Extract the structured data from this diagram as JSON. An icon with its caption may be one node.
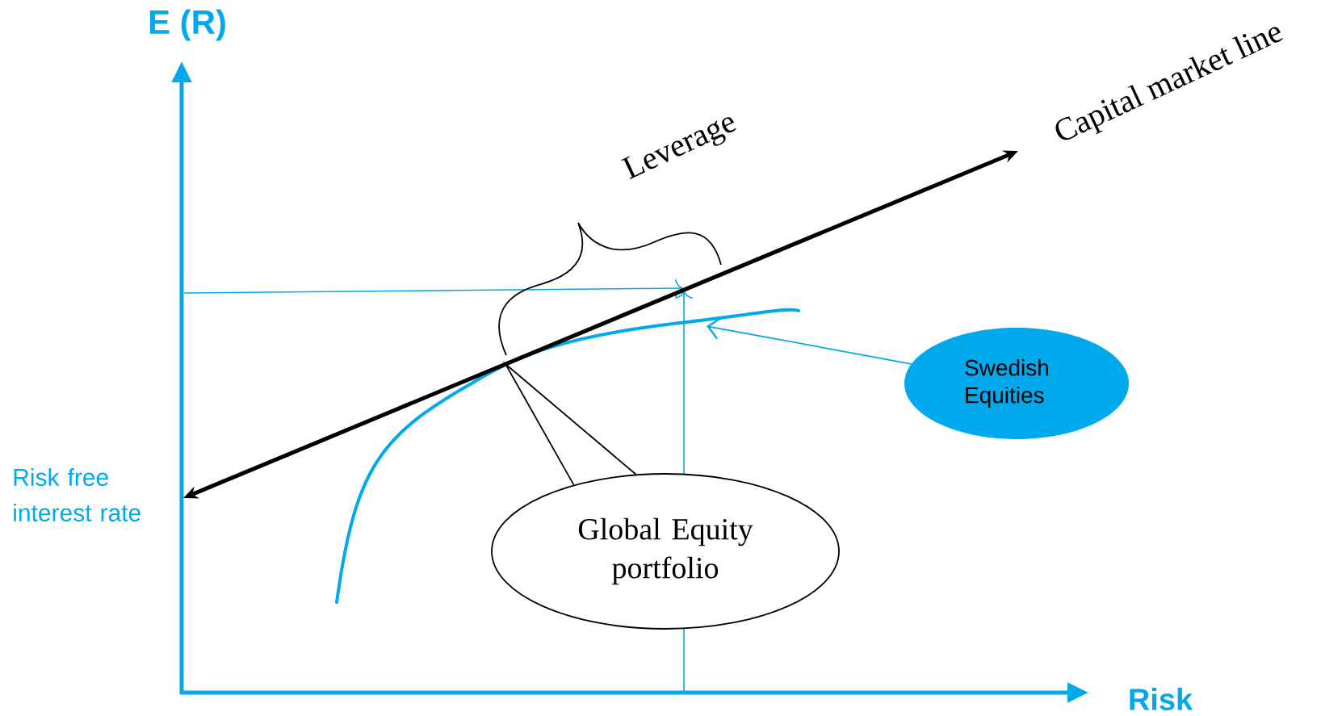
{
  "diagram": {
    "nodes": [
      {
        "text": [
          "Swedish Equities"
        ]
      },
      {
        "text": [
          "Global Equity portfolio"
        ]
      },
      {
        "text": [],
        "shape": "curve"
      }
    ],
    "edges": [
      {
        "from": 0,
        "to": 2,
        "arrow": "to",
        "color": "#00a8ec"
      },
      {
        "from": 1,
        "to": null,
        "arrow": "none",
        "color": "#000000"
      }
    ],
    "labels": [
      "E (R)",
      "Capital market line",
      "Leverage",
      "Risk free interest rate",
      "Risk"
    ]
  }
}
